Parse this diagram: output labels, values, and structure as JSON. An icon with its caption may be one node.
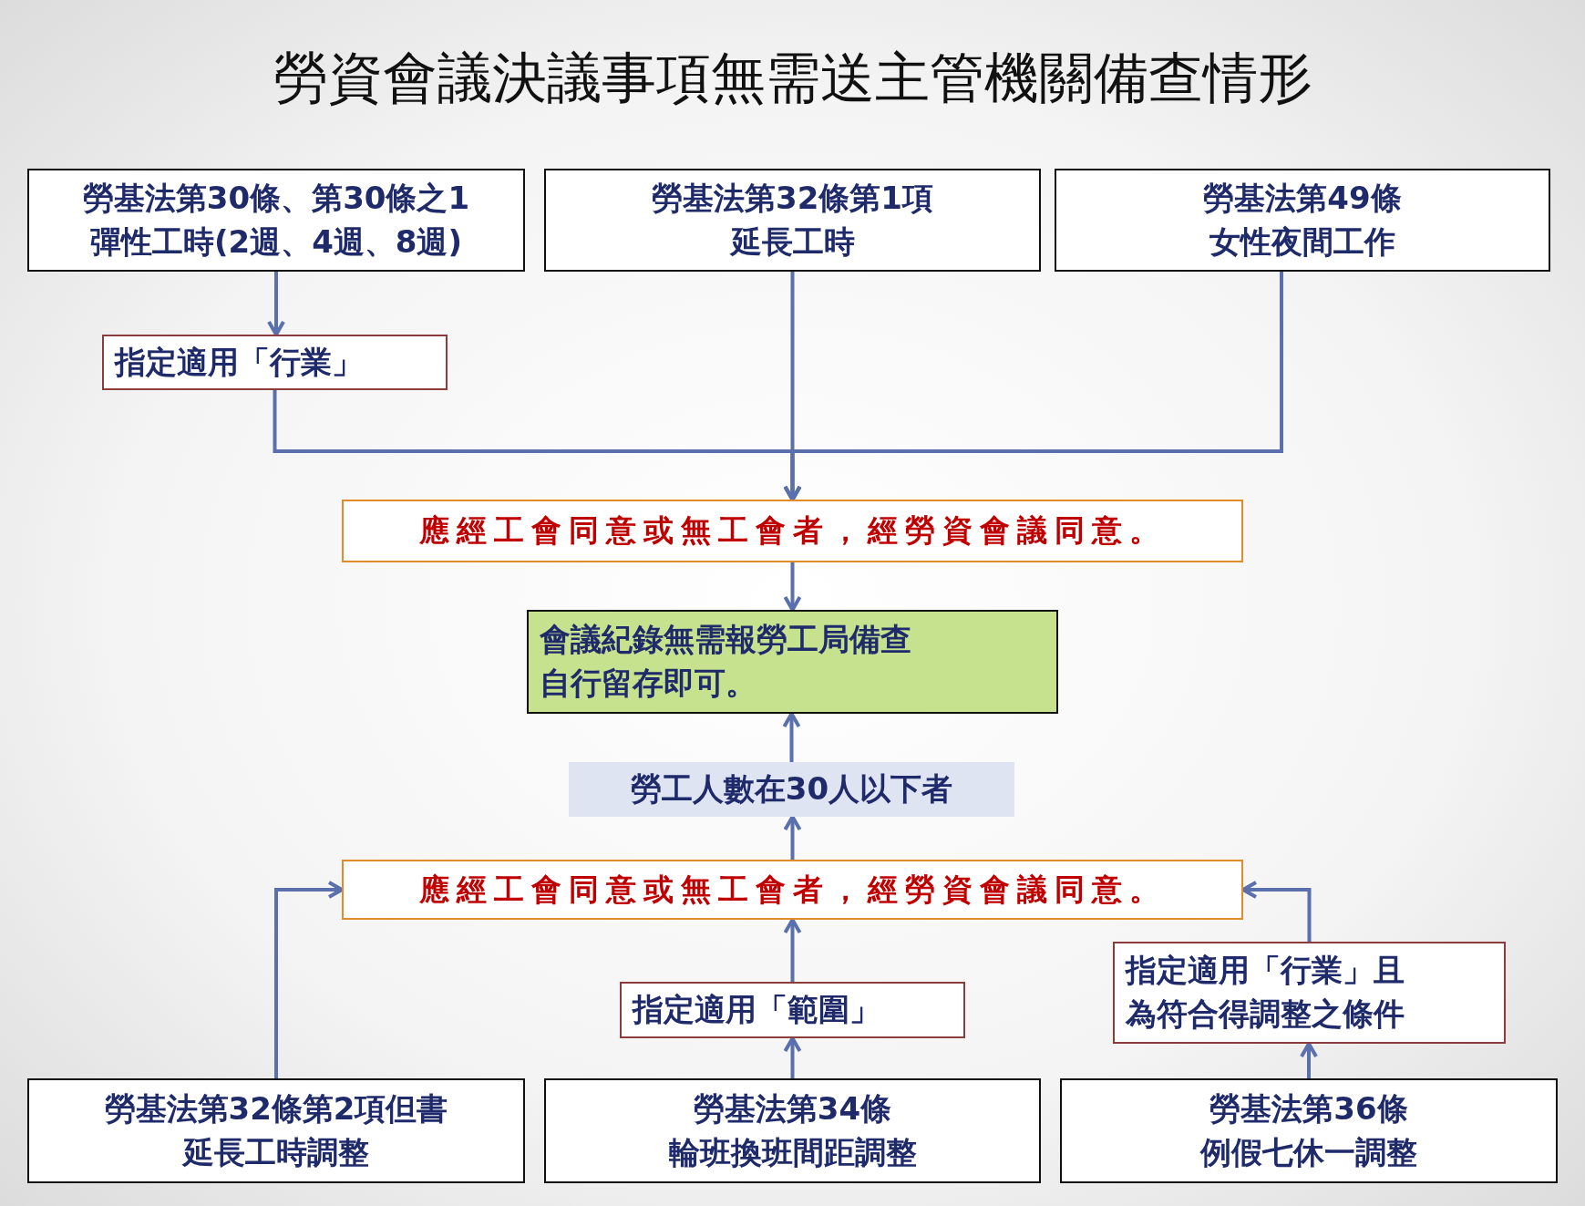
{
  "diagram": {
    "title": "勞資會議決議事項無需送主管機關備查情形",
    "nodes": [
      {
        "text": [
          "勞基法第30條、第30條之1",
          "彈性工時(2週、4週、8週)"
        ]
      },
      {
        "text": [
          "勞基法第32條第1項",
          "延長工時"
        ]
      },
      {
        "text": [
          "勞基法第49條",
          "女性夜間工作"
        ]
      },
      {
        "text": [
          "指定適用「行業」"
        ]
      },
      {
        "text": [
          "應經工會同意或無工會者，經勞資會議同意。"
        ]
      },
      {
        "text": [
          "會議紀錄無需報勞工局備查自行留存即可。"
        ]
      },
      {
        "text": [
          "勞工人數在30人以下者"
        ]
      },
      {
        "text": [
          "應經工會同意或無工會者，經勞資會議同意。"
        ]
      },
      {
        "text": [
          "指定適用「範圍」"
        ]
      },
      {
        "text": [
          "指定適用「行業」且為符合得調整之條件"
        ]
      },
      {
        "text": [
          "勞基法第32條第2項但書",
          "延長工時調整"
        ]
      },
      {
        "text": [
          "勞基法第34條",
          "輪班換班間距調整"
        ]
      },
      {
        "text": [
          "勞基法第36條",
          "例假七休一調整"
        ]
      }
    ],
    "edges": [
      {
        "from": 0,
        "to": 3,
        "arrow": "to"
      },
      {
        "from": 3,
        "to": 4,
        "arrow": "to"
      },
      {
        "from": 1,
        "to": 4,
        "arrow": "to"
      },
      {
        "from": 2,
        "to": 4,
        "arrow": "to"
      },
      {
        "from": 4,
        "to": 5,
        "arrow": "to"
      },
      {
        "from": 6,
        "to": 5,
        "arrow": "to"
      },
      {
        "from": 7,
        "to": 6,
        "arrow": "to"
      },
      {
        "from": 8,
        "to": 7,
        "arrow": "to"
      },
      {
        "from": 10,
        "to": 7,
        "arrow": "to"
      },
      {
        "from": 11,
        "to": 8,
        "arrow": "to"
      },
      {
        "from": 12,
        "to": 9,
        "arrow": "to"
      },
      {
        "from": 9,
        "to": 7,
        "arrow": "to"
      }
    ]
  }
}
